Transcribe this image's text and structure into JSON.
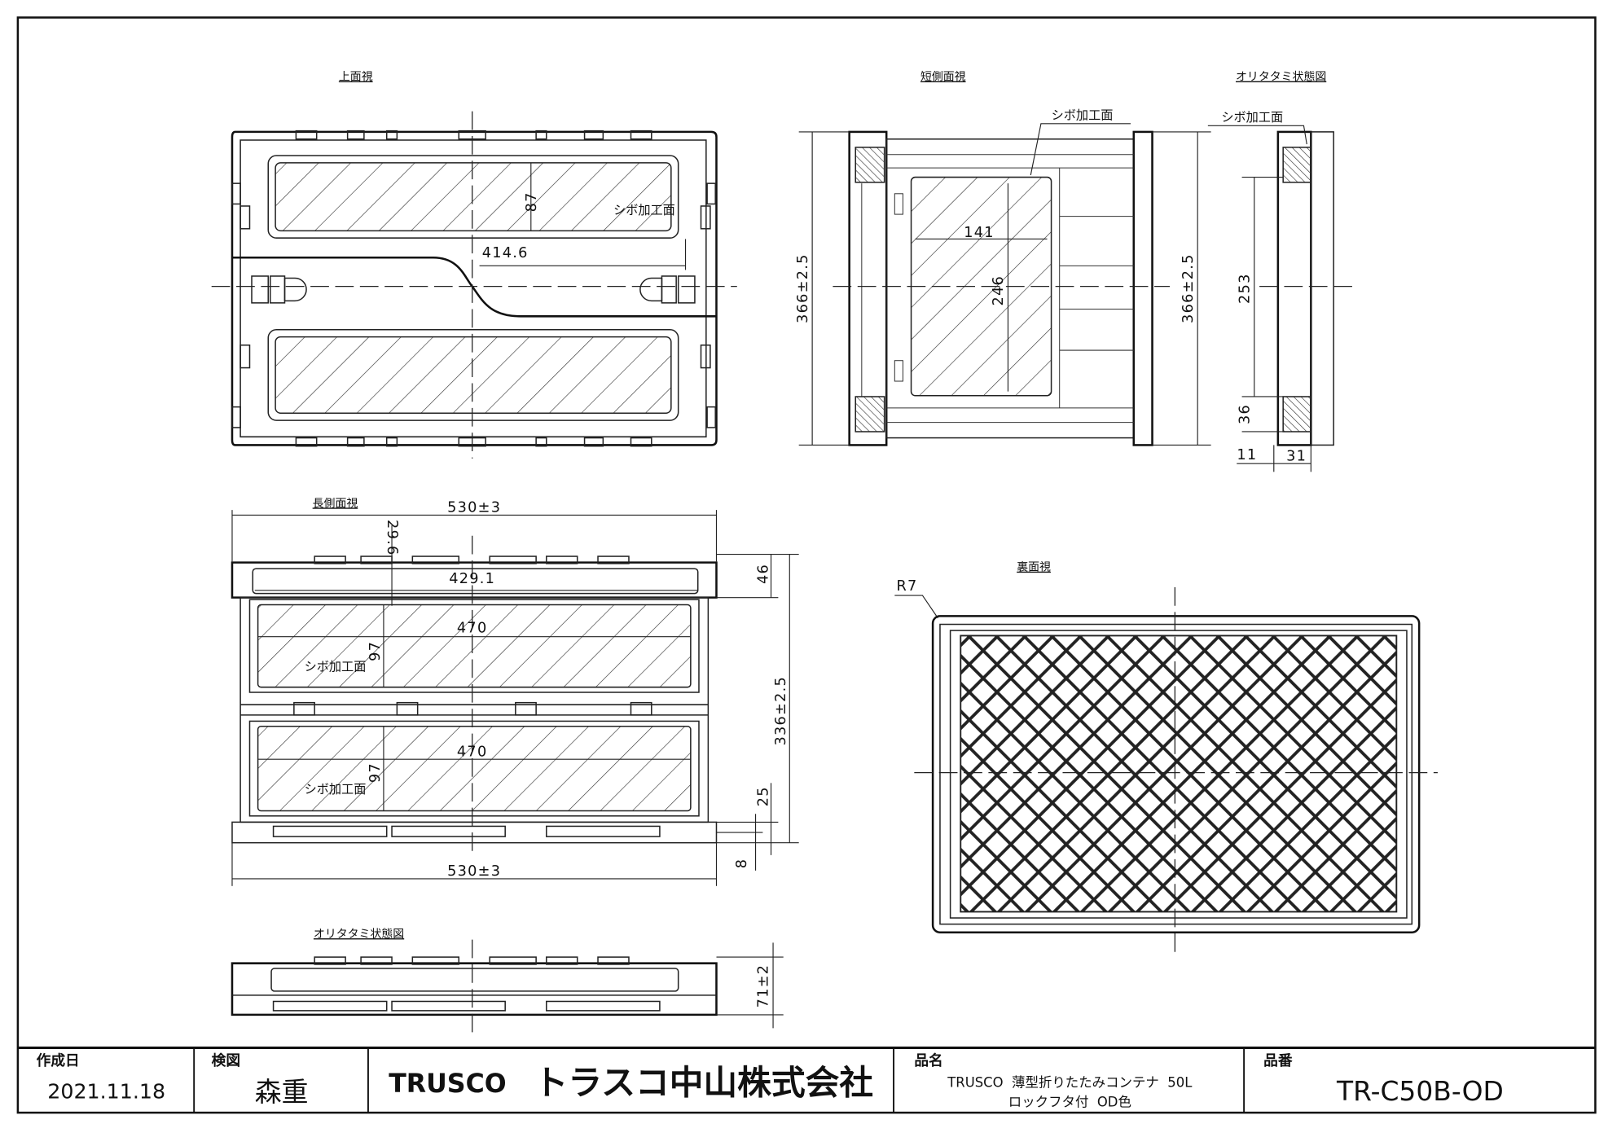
{
  "views": {
    "top": {
      "title": "上面視",
      "dim_87": "87",
      "dim_414": "414.6",
      "note": "シボ加工面"
    },
    "short_side": {
      "title": "短側面視",
      "dim_height_left": "366±2.5",
      "dim_height_right": "366±2.5",
      "dim_141": "141",
      "dim_246": "246",
      "note": "シボ加工面"
    },
    "short_folded": {
      "title": "オリタタミ状態図",
      "note": "シボ加工面",
      "dim_253": "253",
      "dim_36": "36",
      "dim_11": "11",
      "dim_31": "31"
    },
    "long_side": {
      "title": "長側面視",
      "dim_width_top": "530±3",
      "dim_29_6": "29.6",
      "dim_429": "429.1",
      "dim_46": "46",
      "dim_336": "336±2.5",
      "dim_470_upper": "470",
      "dim_470_lower": "470",
      "dim_97_upper": "97",
      "dim_97_lower": "97",
      "note_upper": "シボ加工面",
      "note_lower": "シボ加工面",
      "dim_25": "25",
      "dim_8": "8",
      "dim_width_bottom": "530±3"
    },
    "long_folded": {
      "title": "オリタタミ状態図",
      "dim_71": "71±2"
    },
    "bottom": {
      "title": "裏面視",
      "radius": "R7"
    }
  },
  "title_block": {
    "created_label": "作成日",
    "created_date": "2021.11.18",
    "checked_label": "検図",
    "checked_by": "森重",
    "company_logo": "TRUSCO",
    "company_name": "トラスコ中山株式会社",
    "product_name_label": "品名",
    "product_name_line1": "TRUSCO  薄型折りたたみコンテナ  50L",
    "product_name_line2": "ロックフタ付  OD色",
    "part_number_label": "品番",
    "part_number": "TR-C50B-OD"
  }
}
